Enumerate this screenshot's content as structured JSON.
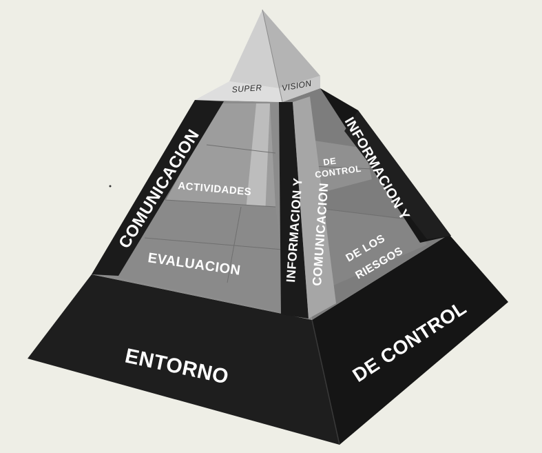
{
  "diagram": {
    "labels": {
      "super": "SUPER",
      "vision": "VISION",
      "actividades": "ACTIVIDADES",
      "de_control_upper_1": "DE",
      "de_control_upper_2": "CONTROL",
      "evaluacion": "EVALUACION",
      "de_los": "DE LOS",
      "riesgos": "RIESGOS",
      "comunicacion_left": "COMUNICACION",
      "informacion_y_center": "INFORMACION Y",
      "comunicacion_center": "COMUNICACION",
      "informacion_y_right": "INFORMACION Y",
      "entorno": "ENTORNO",
      "de_control_base": "DE CONTROL"
    },
    "colors": {
      "paper": "#eeeee6",
      "base_dark": "#1c1c1c",
      "layer_mid": "#8a8a8a",
      "layer_light": "#a8a8a8",
      "apex_light": "#c4c4c4",
      "band_black": "#161616",
      "band_grey": "#9a9a9a"
    }
  }
}
